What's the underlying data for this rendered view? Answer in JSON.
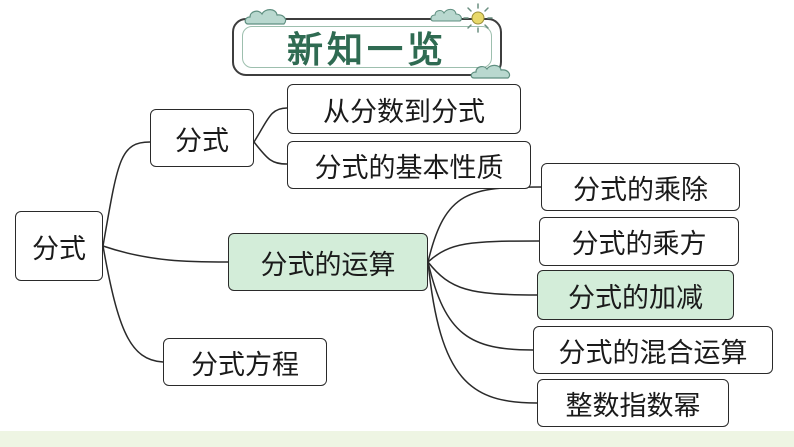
{
  "title": "新知一览",
  "colors": {
    "title_text": "#2f6b52",
    "highlight_fill": "#d3edd9",
    "cloud": "#b9d8cf",
    "sun": "#e8d96a"
  },
  "icons": [
    "cloud-icon",
    "sun-icon"
  ],
  "nodes": {
    "root": "分式",
    "branch_fraction": "分式",
    "leaf_fraction_to": "从分数到分式",
    "leaf_basic_property": "分式的基本性质",
    "branch_operations": "分式的运算",
    "op_multiply_divide": "分式的乘除",
    "op_power": "分式的乘方",
    "op_add_subtract": "分式的加减",
    "op_mixed": "分式的混合运算",
    "op_integer_exponent": "整数指数幂",
    "branch_equation": "分式方程"
  }
}
